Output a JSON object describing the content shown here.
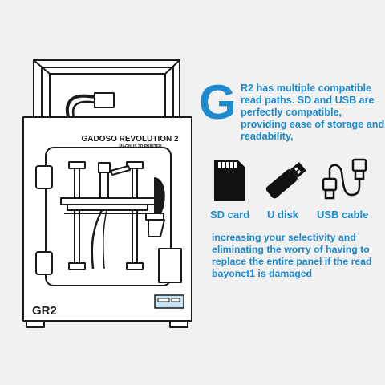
{
  "printer": {
    "brand_title": "GADOSO REVOLUTION 2",
    "brand_subtitle": "MAGNUS 3D PRINTER",
    "model_badge": "GR2"
  },
  "feature": {
    "initial_letter": "G",
    "intro_text": "R2 has multiple compatible read paths. SD and USB are perfectly compatible, providing ease of storage and readability,",
    "items": [
      {
        "label": "SD card",
        "icon": "sd-card-icon"
      },
      {
        "label": "U disk",
        "icon": "usb-flash-drive-icon"
      },
      {
        "label": "USB cable",
        "icon": "usb-cable-icon"
      }
    ],
    "outro_text": "increasing your selectivity and eliminating the worry of having to replace the entire panel if the read bayonet1 is damaged"
  },
  "colors": {
    "accent": "#1e8ad0",
    "background": "#f1f1f1",
    "line": "#1a1a1a",
    "slot_highlight": "#c8e2f6"
  }
}
